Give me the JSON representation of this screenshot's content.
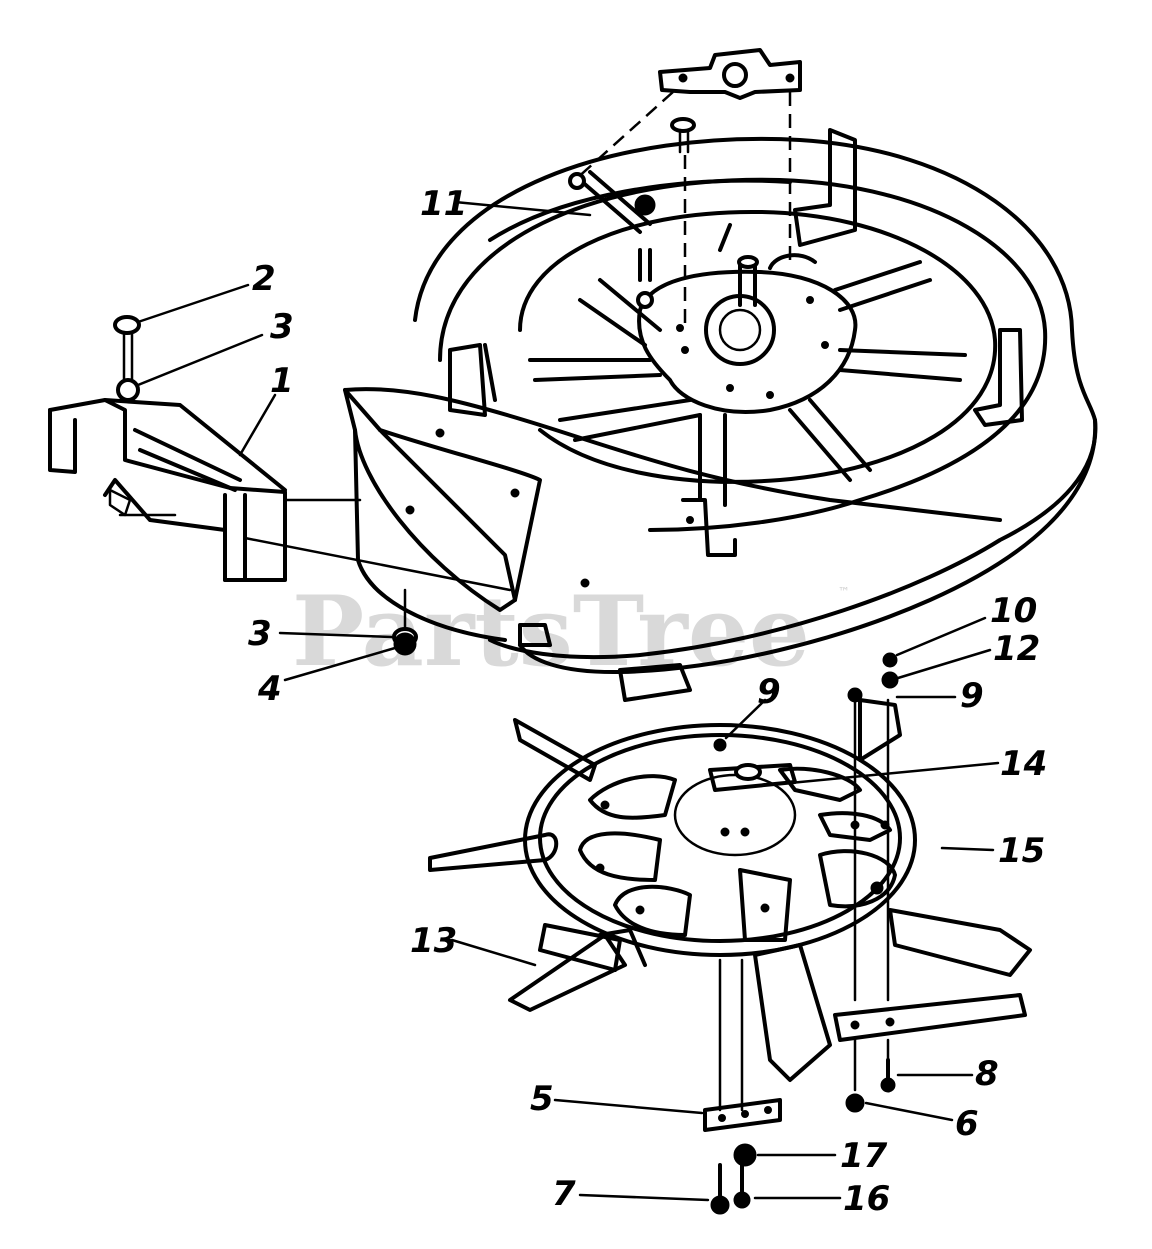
{
  "watermark": {
    "text": "PartsTree",
    "trademark": "™"
  },
  "callouts": [
    {
      "id": "c1",
      "label": "1"
    },
    {
      "id": "c2",
      "label": "2"
    },
    {
      "id": "c3a",
      "label": "3"
    },
    {
      "id": "c3b",
      "label": "3"
    },
    {
      "id": "c4",
      "label": "4"
    },
    {
      "id": "c5",
      "label": "5"
    },
    {
      "id": "c6",
      "label": "6"
    },
    {
      "id": "c7",
      "label": "7"
    },
    {
      "id": "c8",
      "label": "8"
    },
    {
      "id": "c9a",
      "label": "9"
    },
    {
      "id": "c9b",
      "label": "9"
    },
    {
      "id": "c10",
      "label": "10"
    },
    {
      "id": "c11",
      "label": "11"
    },
    {
      "id": "c12",
      "label": "12"
    },
    {
      "id": "c13",
      "label": "13"
    },
    {
      "id": "c14",
      "label": "14"
    },
    {
      "id": "c15",
      "label": "15"
    },
    {
      "id": "c16",
      "label": "16"
    },
    {
      "id": "c17",
      "label": "17"
    }
  ]
}
